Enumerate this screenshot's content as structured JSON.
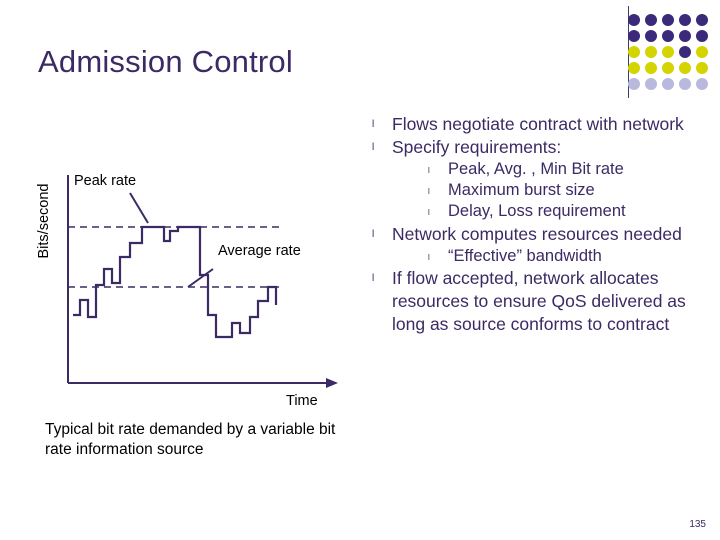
{
  "slide": {
    "title": "Admission Control",
    "page_number": "135"
  },
  "bullets": [
    {
      "level": 1,
      "marker": "l",
      "text": "Flows negotiate contract with network"
    },
    {
      "level": 1,
      "marker": "l",
      "text": "Specify requirements:"
    },
    {
      "level": 2,
      "marker": "l",
      "text": "Peak, Avg. , Min Bit rate"
    },
    {
      "level": 2,
      "marker": "l",
      "text": "Maximum burst size"
    },
    {
      "level": 2,
      "marker": "l",
      "text": "Delay, Loss requirement"
    },
    {
      "level": 1,
      "marker": "l",
      "text": "Network computes resources needed"
    },
    {
      "level": 2,
      "marker": "l",
      "text": "“Effective” bandwidth"
    },
    {
      "level": 1,
      "marker": "l",
      "text": "If flow accepted, network allocates resources to ensure QoS delivered as long as source conforms to contract"
    }
  ],
  "figure": {
    "y_axis_label": "Bits/second",
    "x_axis_label": "Time",
    "peak_label": "Peak rate",
    "average_label": "Average rate",
    "caption": "Typical bit rate demanded by a variable bit rate information source"
  },
  "colors": {
    "title_text": "#3b2a63",
    "bullet_text": "#3b2a63",
    "plot_line": "#3b2a63",
    "axis": "#3b2a63",
    "dash_line": "#3b2a63",
    "dot_purple": "#3b2a7a",
    "dot_yellow": "#d4d400",
    "dot_lavender": "#b9b9de",
    "rule": "#3b3b6d"
  },
  "dot_grid": {
    "rows": 5,
    "cols": 5,
    "pattern": [
      [
        "purple",
        "purple",
        "purple",
        "purple",
        "purple"
      ],
      [
        "purple",
        "purple",
        "purple",
        "purple",
        "purple"
      ],
      [
        "yellow",
        "yellow",
        "yellow",
        "purple",
        "yellow"
      ],
      [
        "yellow",
        "yellow",
        "yellow",
        "yellow",
        "yellow"
      ],
      [
        "lavender",
        "lavender",
        "lavender",
        "lavender",
        "lavender"
      ]
    ]
  }
}
